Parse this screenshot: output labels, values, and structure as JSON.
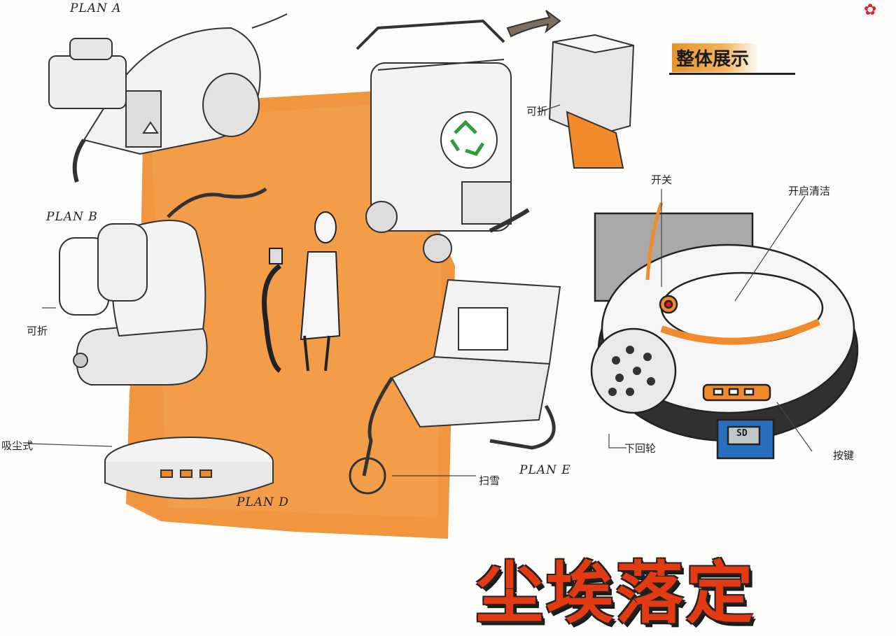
{
  "header": {
    "title": "整体展示"
  },
  "main_title": "尘埃落定",
  "plans": {
    "plan_a": "PLAN A",
    "plan_b": "PLAN B",
    "plan_d": "PLAN D",
    "plan_e": "PLAN E"
  },
  "annotations": {
    "foldable_top": "可折",
    "foldable_left": "可折",
    "suction": "吸尘式",
    "sweep": "扫雪",
    "switch": "开关",
    "open_cleaning": "开启清洁",
    "lower_wheel": "下回轮",
    "buttons": "按键"
  },
  "display": {
    "sd_card": "SD"
  },
  "colors": {
    "orange": "#f08a2a",
    "red": "#e23a12",
    "green": "#2f9b3a"
  }
}
